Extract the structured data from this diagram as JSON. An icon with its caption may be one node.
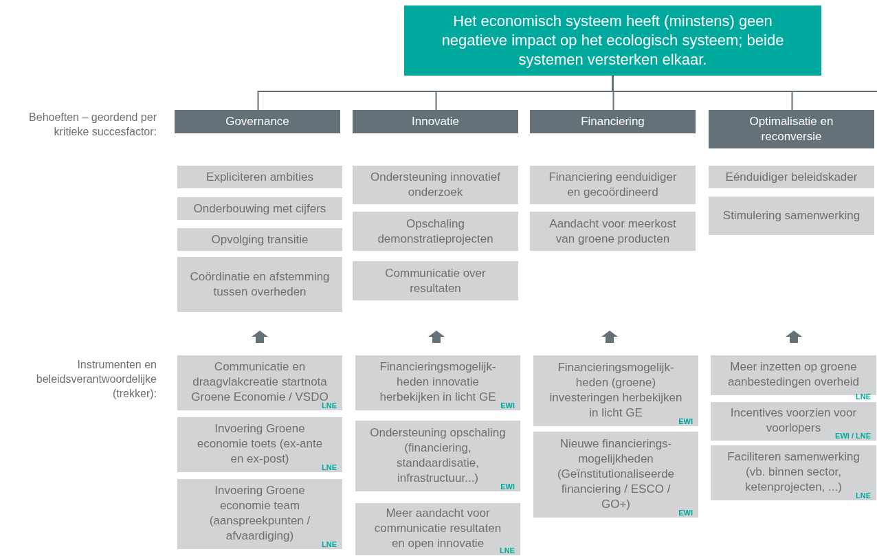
{
  "diagram": {
    "nodes": [
      {
        "text": [
          "Het economisch systeem heeft (minstens) geen negatieve impact op het ecologisch systeem; beide systemen versterken elkaar."
        ]
      },
      {
        "text": [
          "Governance"
        ]
      },
      {
        "text": [
          "Innovatie"
        ]
      },
      {
        "text": [
          "Financiering"
        ]
      },
      {
        "text": [
          "Optimalisatie en reconversie"
        ]
      },
      {
        "text": [
          "Expliciteren ambities"
        ]
      },
      {
        "text": [
          "Onderbouwing met cijfers"
        ]
      },
      {
        "text": [
          "Opvolging transitie"
        ]
      },
      {
        "text": [
          "Coördinatie en afstemming tussen overheden"
        ]
      },
      {
        "text": [
          "Ondersteuning innovatief onderzoek"
        ]
      },
      {
        "text": [
          "Opschaling demonstratieprojecten"
        ]
      },
      {
        "text": [
          "Communicatie over resultaten"
        ]
      },
      {
        "text": [
          "Financiering eenduidiger en gecoördineerd"
        ]
      },
      {
        "text": [
          "Aandacht voor meerkost van groene producten"
        ]
      },
      {
        "text": [
          "Eénduidiger beleidskader"
        ]
      },
      {
        "text": [
          "Stimulering samenwerking"
        ]
      },
      {
        "text": [
          "Communicatie en draagvlakcreatie startnota Groene Economie / VSDO",
          "LNE"
        ]
      },
      {
        "text": [
          "Invoering Groene economie toets (ex-ante en ex-post)",
          "LNE"
        ]
      },
      {
        "text": [
          "Invoering Groene economie team (aanspreekpunten / afvaardiging)",
          "LNE"
        ]
      },
      {
        "text": [
          "Financieringsmogelijk-heden innovatie herbekijken in licht GE",
          "EWI"
        ]
      },
      {
        "text": [
          "Ondersteuning opschaling (financiering, standaardisatie, infrastructuur...)",
          "EWI"
        ]
      },
      {
        "text": [
          "Meer aandacht voor communicatie resultaten en open innovatie",
          "LNE"
        ]
      },
      {
        "text": [
          "Financieringsmogelijk-heden (groene) investeringen herbekijken in licht GE",
          "EWI"
        ]
      },
      {
        "text": [
          "Nieuwe financierings-mogelijkheden (Geïnstitutionaliseerde financiering / ESCO / GO+)",
          "EWI"
        ]
      },
      {
        "text": [
          "Meer inzetten op groene aanbestedingen overheid",
          "LNE"
        ]
      },
      {
        "text": [
          "Incentives voorzien voor voorlopers",
          "EWI / LNE"
        ]
      },
      {
        "text": [
          "Faciliteren samenwerking (vb. binnen sector, ketenprojecten, ...)",
          "LNE"
        ]
      }
    ],
    "edges": [
      {
        "from": 0,
        "to": 1,
        "arrow": "none"
      },
      {
        "from": 0,
        "to": 2,
        "arrow": "none"
      },
      {
        "from": 0,
        "to": 3,
        "arrow": "none"
      },
      {
        "from": 0,
        "to": 4,
        "arrow": "none"
      },
      {
        "from": 0,
        "to": null,
        "arrow": "none"
      },
      {
        "from": 16,
        "to": 8,
        "arrow": "to",
        "style": "thick"
      },
      {
        "from": 19,
        "to": 11,
        "arrow": "to",
        "style": "thick"
      }
    ],
    "labels": [
      "Behoeften – geordend per kritieke succesfactor:",
      "Instrumenten en beleidsverantwoordelijke (trekker):"
    ]
  }
}
